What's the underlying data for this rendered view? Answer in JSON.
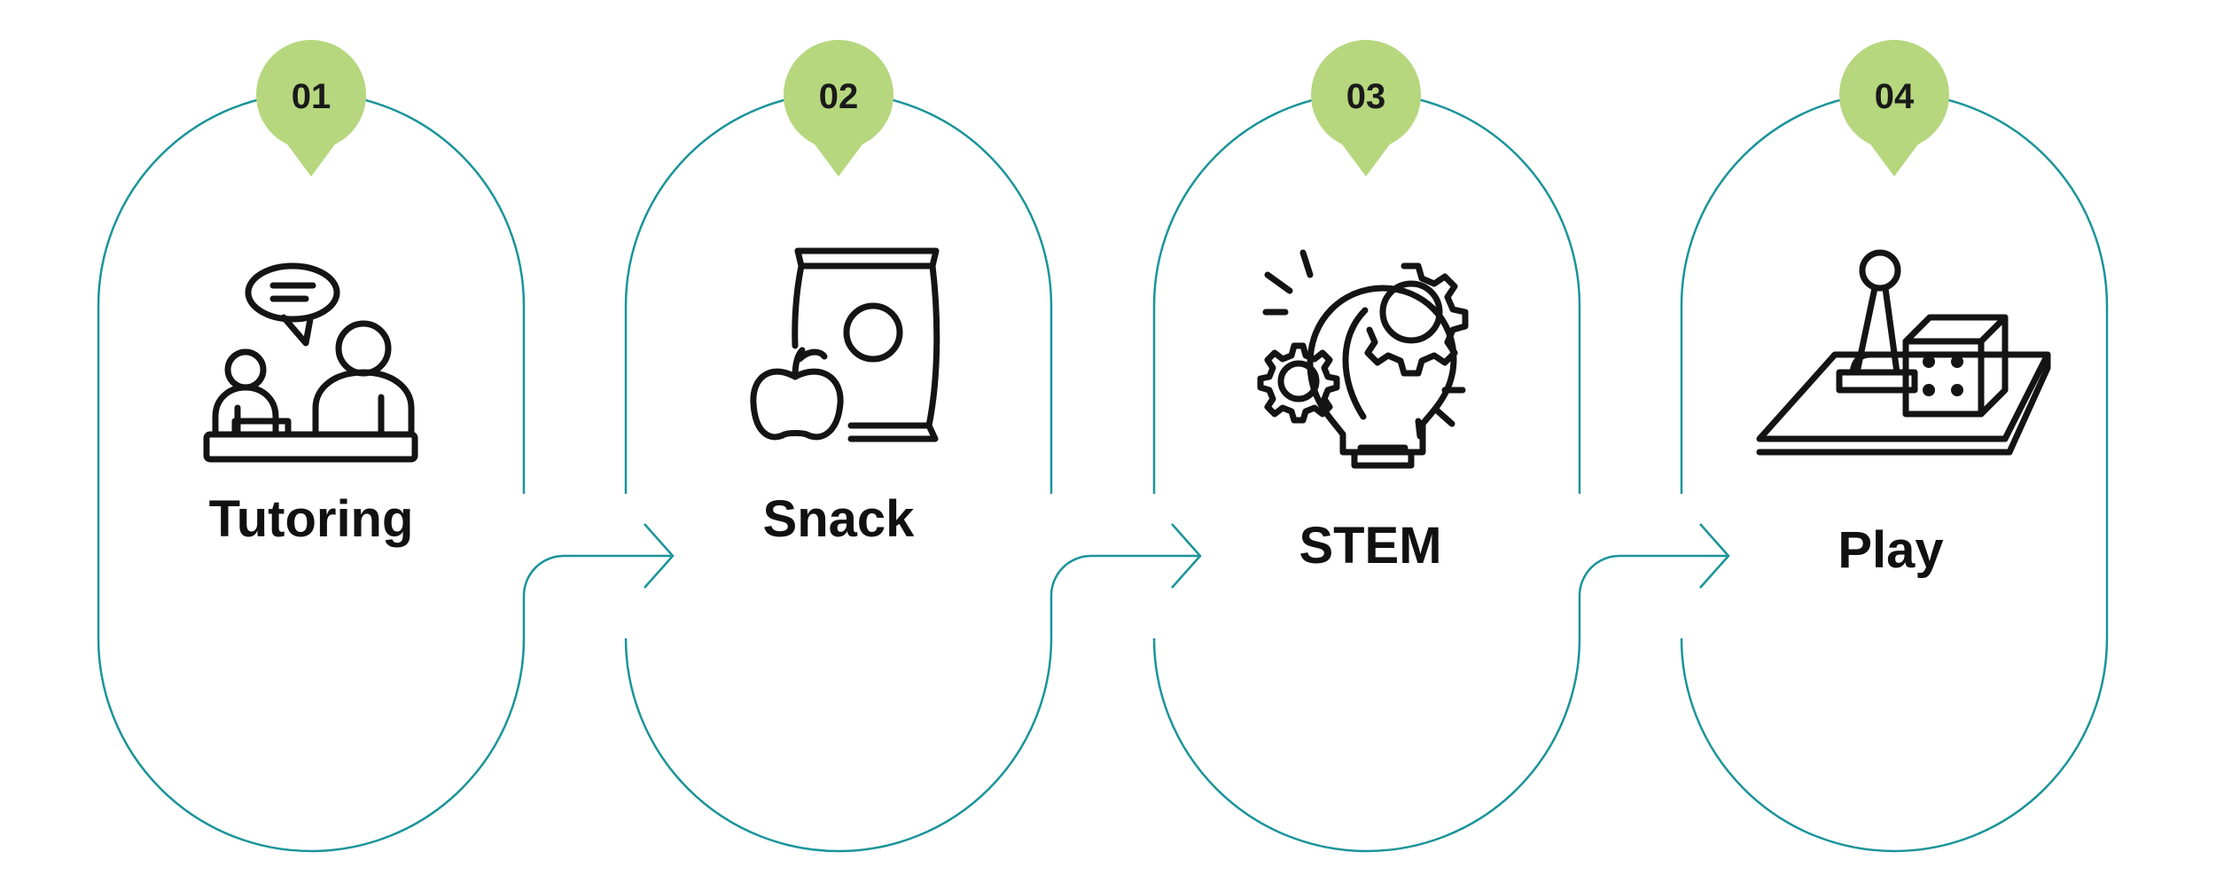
{
  "colors": {
    "outline": "#1a9499",
    "badge": "#b6d77e",
    "text": "#141414",
    "background": "#ffffff"
  },
  "steps": [
    {
      "number": "01",
      "label": "Tutoring",
      "icon": "tutoring-icon"
    },
    {
      "number": "02",
      "label": "Snack",
      "icon": "snack-icon"
    },
    {
      "number": "03",
      "label": "STEM",
      "icon": "stem-lightbulb-gears-icon"
    },
    {
      "number": "04",
      "label": "Play",
      "icon": "board-game-icon"
    }
  ]
}
